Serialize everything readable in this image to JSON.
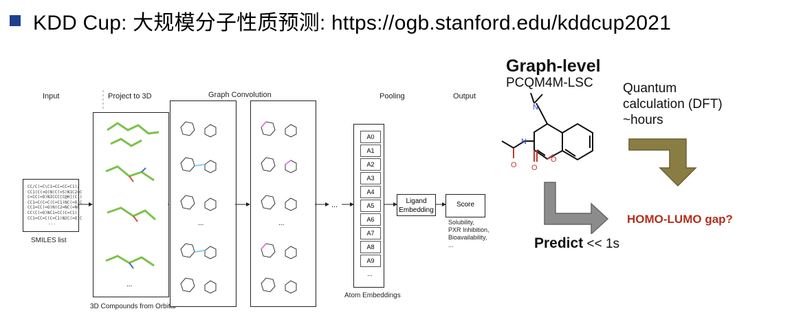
{
  "title": "KDD Cup: 大规模分子性质预测: https://ogb.stanford.edu/kddcup2021",
  "pipeline": {
    "input_label": "Input",
    "project_label": "Project to 3D",
    "graph_conv_label": "Graph Convolution",
    "pooling_label": "Pooling",
    "output_label": "Output",
    "smiles_lines": [
      "CC/C(=C\\C1=CC=CC=C1)/",
      "CC1(C(=O)N(C(=S)N1C2=C",
      "C=CC(=O)NICCC[C@H](C1)",
      "CC1=C(C=C(C=C1)NC(=O)C",
      "CC1=CC(=O)N(C2=NC(=NC",
      "CC(C(=O)NC1=CC(C=C1)",
      "CC1=CC=C(C=C1)N2C(=O)C",
      "..."
    ],
    "smiles_caption": "SMILES list",
    "compounds_caption": "3D Compounds from Orbital",
    "ellipsis": "...",
    "atoms": [
      "A0",
      "A1",
      "A2",
      "A3",
      "A4",
      "A5",
      "A6",
      "A7",
      "A8",
      "A9",
      "..."
    ],
    "atom_caption": "Atom Embeddings",
    "ligand_label_1": "Ligand",
    "ligand_label_2": "Embedding",
    "score_label": "Score",
    "outputs": [
      "Solubility,",
      "PXR Inhibition,",
      "Bioavailability,",
      "..."
    ]
  },
  "right": {
    "graph_level": "Graph-level",
    "dataset": "PCQM4M-LSC",
    "quantum_1": "Quantum",
    "quantum_2": "calculation (DFT)",
    "quantum_3": "~hours",
    "predict": "Predict",
    "predict_time": "<< 1s",
    "homo_lumo": "HOMO-LUMO gap?",
    "atom_n": "N",
    "atom_o": "O"
  },
  "colors": {
    "bullet": "#1f3f8f",
    "accent_red": "#b0301c",
    "arrow_gray": "#8c8c8c",
    "arrow_olive": "#8a7d44"
  }
}
